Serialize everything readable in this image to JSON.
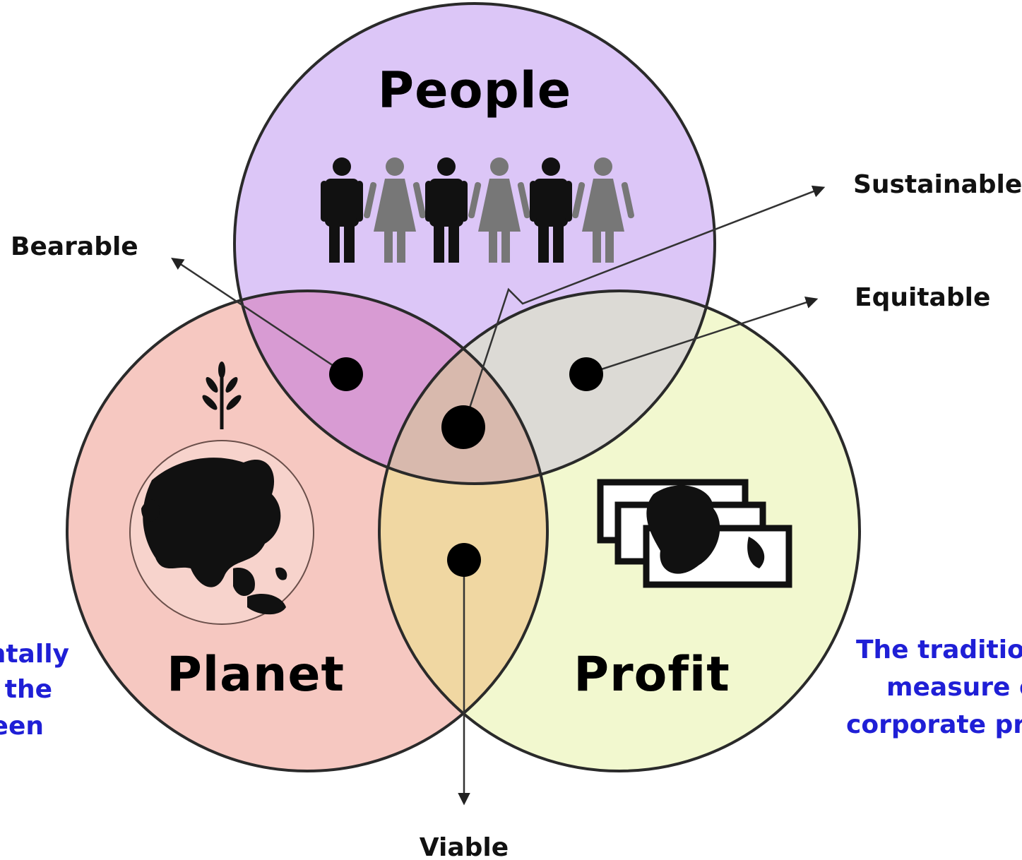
{
  "diagram": {
    "circles": {
      "people": {
        "title": "People",
        "fill": "#dcc6f7"
      },
      "planet": {
        "title": "Planet",
        "fill": "#f6c8c1"
      },
      "profit": {
        "title": "Profit",
        "fill": "#f2f8cf"
      }
    },
    "overlaps": {
      "people_planet": "#d89bd3",
      "people_profit": "#dcdad5",
      "planet_profit": "#f0d7a2",
      "center": "#d8b9ad"
    },
    "outcomes": {
      "bearable": "Bearable",
      "sustainable": "Sustainable",
      "equitable": "Equitable",
      "viable": "Viable"
    },
    "side_notes": {
      "left_lines": [
        "ntally",
        "the",
        "een"
      ],
      "right_lines": [
        "The tradition",
        "measure o",
        "corporate pro"
      ],
      "color": "#1f1fd6"
    },
    "icons": [
      "person-icon",
      "plant-icon",
      "globe-icon",
      "banknote-icon"
    ]
  }
}
